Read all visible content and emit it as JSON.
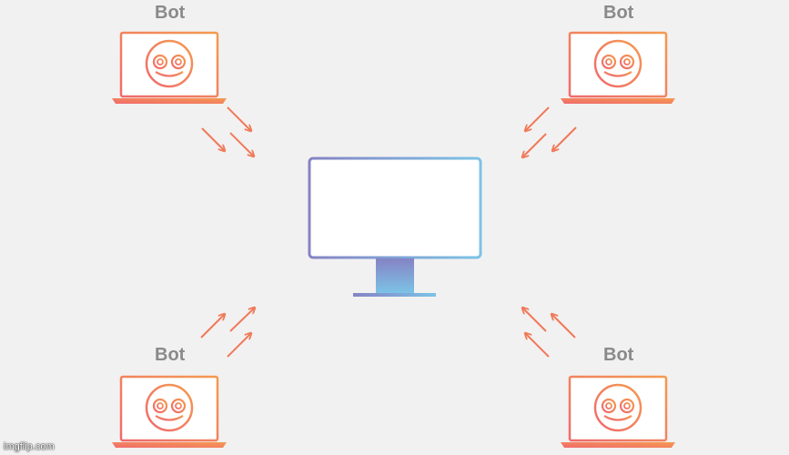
{
  "bots": [
    {
      "id": "top-left",
      "label": "Bot"
    },
    {
      "id": "top-right",
      "label": "Bot"
    },
    {
      "id": "bottom-left",
      "label": "Bot"
    },
    {
      "id": "bottom-right",
      "label": "Bot"
    }
  ],
  "target": {
    "icon": "monitor-icon"
  },
  "watermark": "imgflip.com",
  "colors": {
    "background": "#f2f1f1",
    "bot_gradient_start": "#f06a6e",
    "bot_gradient_end": "#f59a4f",
    "arrow": "#ef7a5a",
    "monitor_frame_start": "#8583c4",
    "monitor_frame_end": "#7cc3e6",
    "label": "#8a8a8a"
  }
}
